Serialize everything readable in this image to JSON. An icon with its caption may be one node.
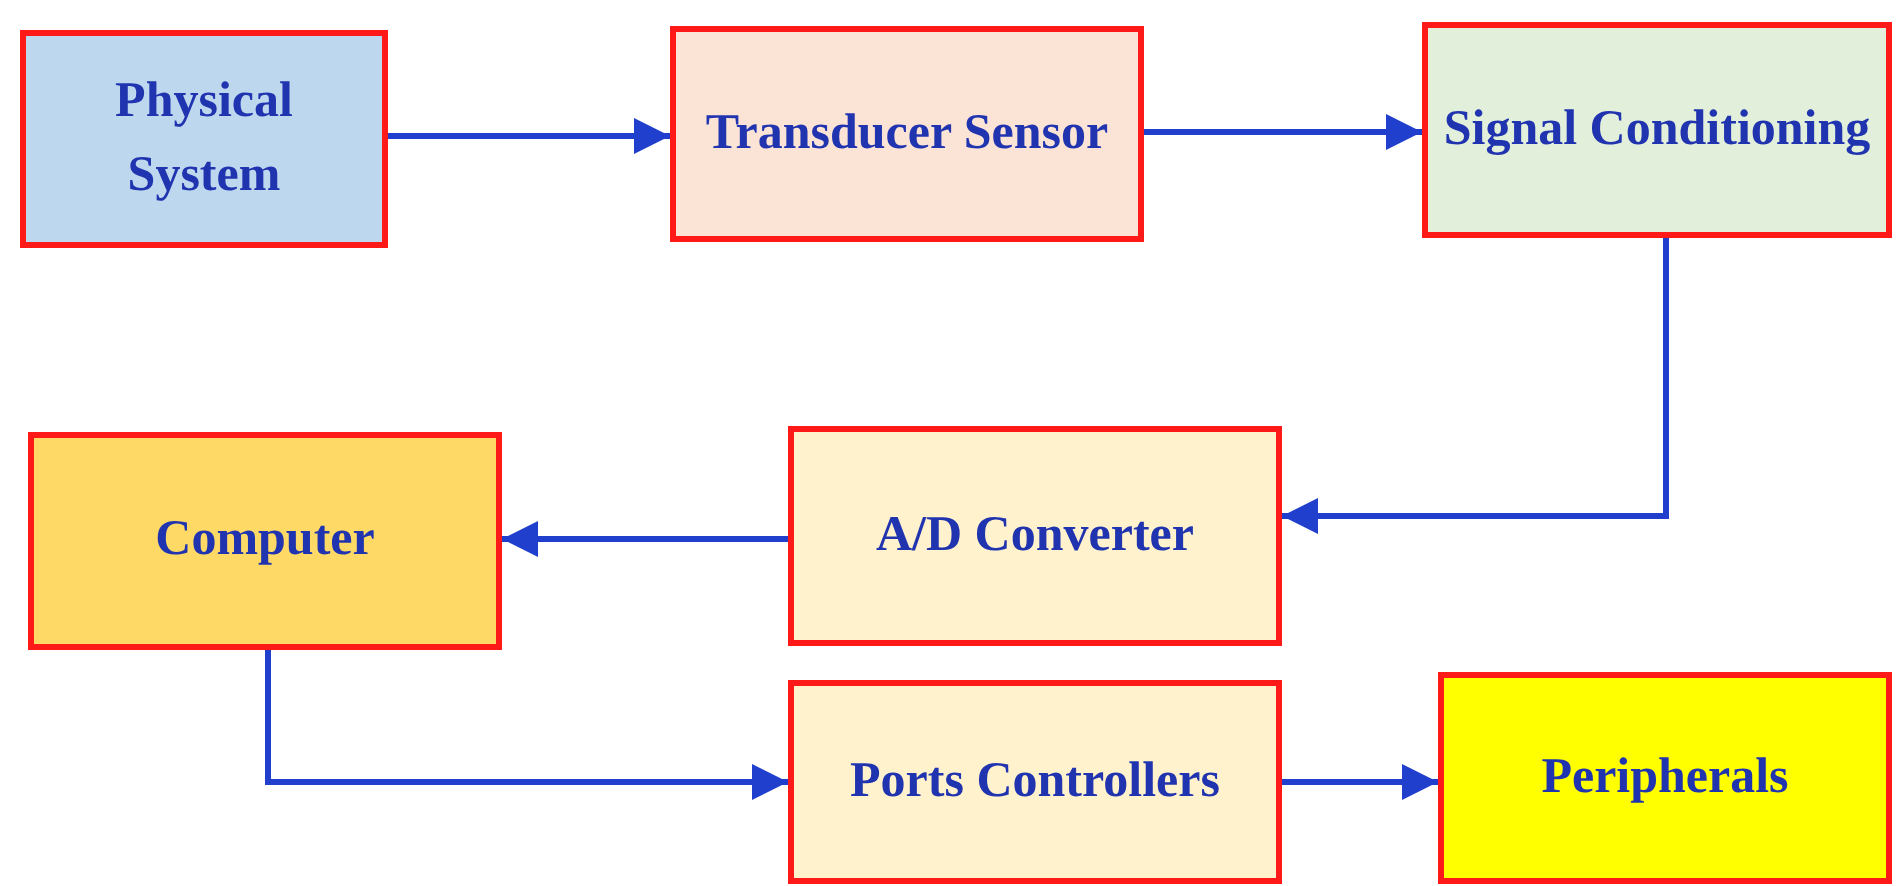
{
  "diagram": {
    "nodes": [
      {
        "text": [
          "Physical System"
        ]
      },
      {
        "text": [
          "Transducer Sensor"
        ]
      },
      {
        "text": [
          "Signal Conditioning"
        ]
      },
      {
        "text": [
          "A/D Converter"
        ]
      },
      {
        "text": [
          "Computer"
        ]
      },
      {
        "text": [
          "Ports Controllers"
        ]
      },
      {
        "text": [
          "Peripherals"
        ]
      }
    ],
    "edges": [
      {
        "from": 0,
        "to": 1,
        "arrow": "to"
      },
      {
        "from": 1,
        "to": 2,
        "arrow": "to"
      },
      {
        "from": 2,
        "to": 3,
        "arrow": "to"
      },
      {
        "from": 3,
        "to": 4,
        "arrow": "to"
      },
      {
        "from": 4,
        "to": 5,
        "arrow": "to"
      },
      {
        "from": 5,
        "to": 6,
        "arrow": "to"
      }
    ]
  }
}
